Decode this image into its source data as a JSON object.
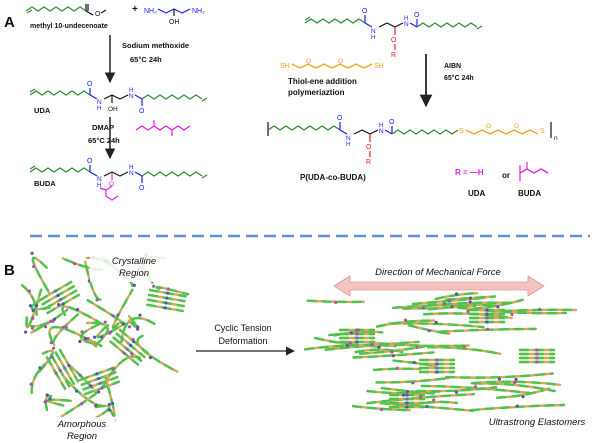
{
  "panel_a": {
    "label": "A",
    "reactant1_name": "methyl 10-undecenoate",
    "plus": "+",
    "step1_reagent": "Sodium methoxide",
    "step1_conditions": "65°C 24h",
    "uda_label": "UDA",
    "step2_reagent": "DMAP",
    "step2_conditions": "65°C 24h",
    "buda_label": "BUDA",
    "monomer_atoms": {
      "nh": "N",
      "h": "H",
      "o": "O",
      "r": "R"
    },
    "thiol_atoms": {
      "sh": "SH"
    },
    "step3_label_line1": "Thiol-ene addition",
    "step3_label_line2": "polymeriaztion",
    "step3_reagent": "AIBN",
    "step3_conditions": "65°C 24h",
    "polymer_sulfur": "S",
    "polymer_subscript": "n",
    "polymer_label": "P(UDA-co-BUDA)",
    "r_definition": "R = —H",
    "or_text": "or",
    "r_option1_label": "UDA",
    "r_option2_label": "BUDA",
    "atom_labels": {
      "n": "N",
      "h": "H",
      "oh": "OH",
      "o": "O",
      "nh2": "NH₂"
    }
  },
  "panel_b": {
    "label": "B",
    "crystalline_line1": "Crystalline",
    "crystalline_line2": "Region",
    "amorphous_line1": "Amorphous",
    "amorphous_line2": "Region",
    "process_line1": "Cyclic Tension",
    "process_line2": "Deformation",
    "force_label": "Direction of Mechanical Force",
    "result_label": "Ultrastrong Elastomers"
  },
  "colors": {
    "green_chain": "#2e8b2e",
    "blue_amide": "#1a1aff",
    "red_o": "#e02020",
    "magenta": "#e020e0",
    "orange_thiol": "#f0a020",
    "chain_tan": "#d4a860",
    "chain_green": "#4cc44c",
    "dash_blue": "#5b8fd0",
    "arrow_pink": "#f4c4c0"
  }
}
